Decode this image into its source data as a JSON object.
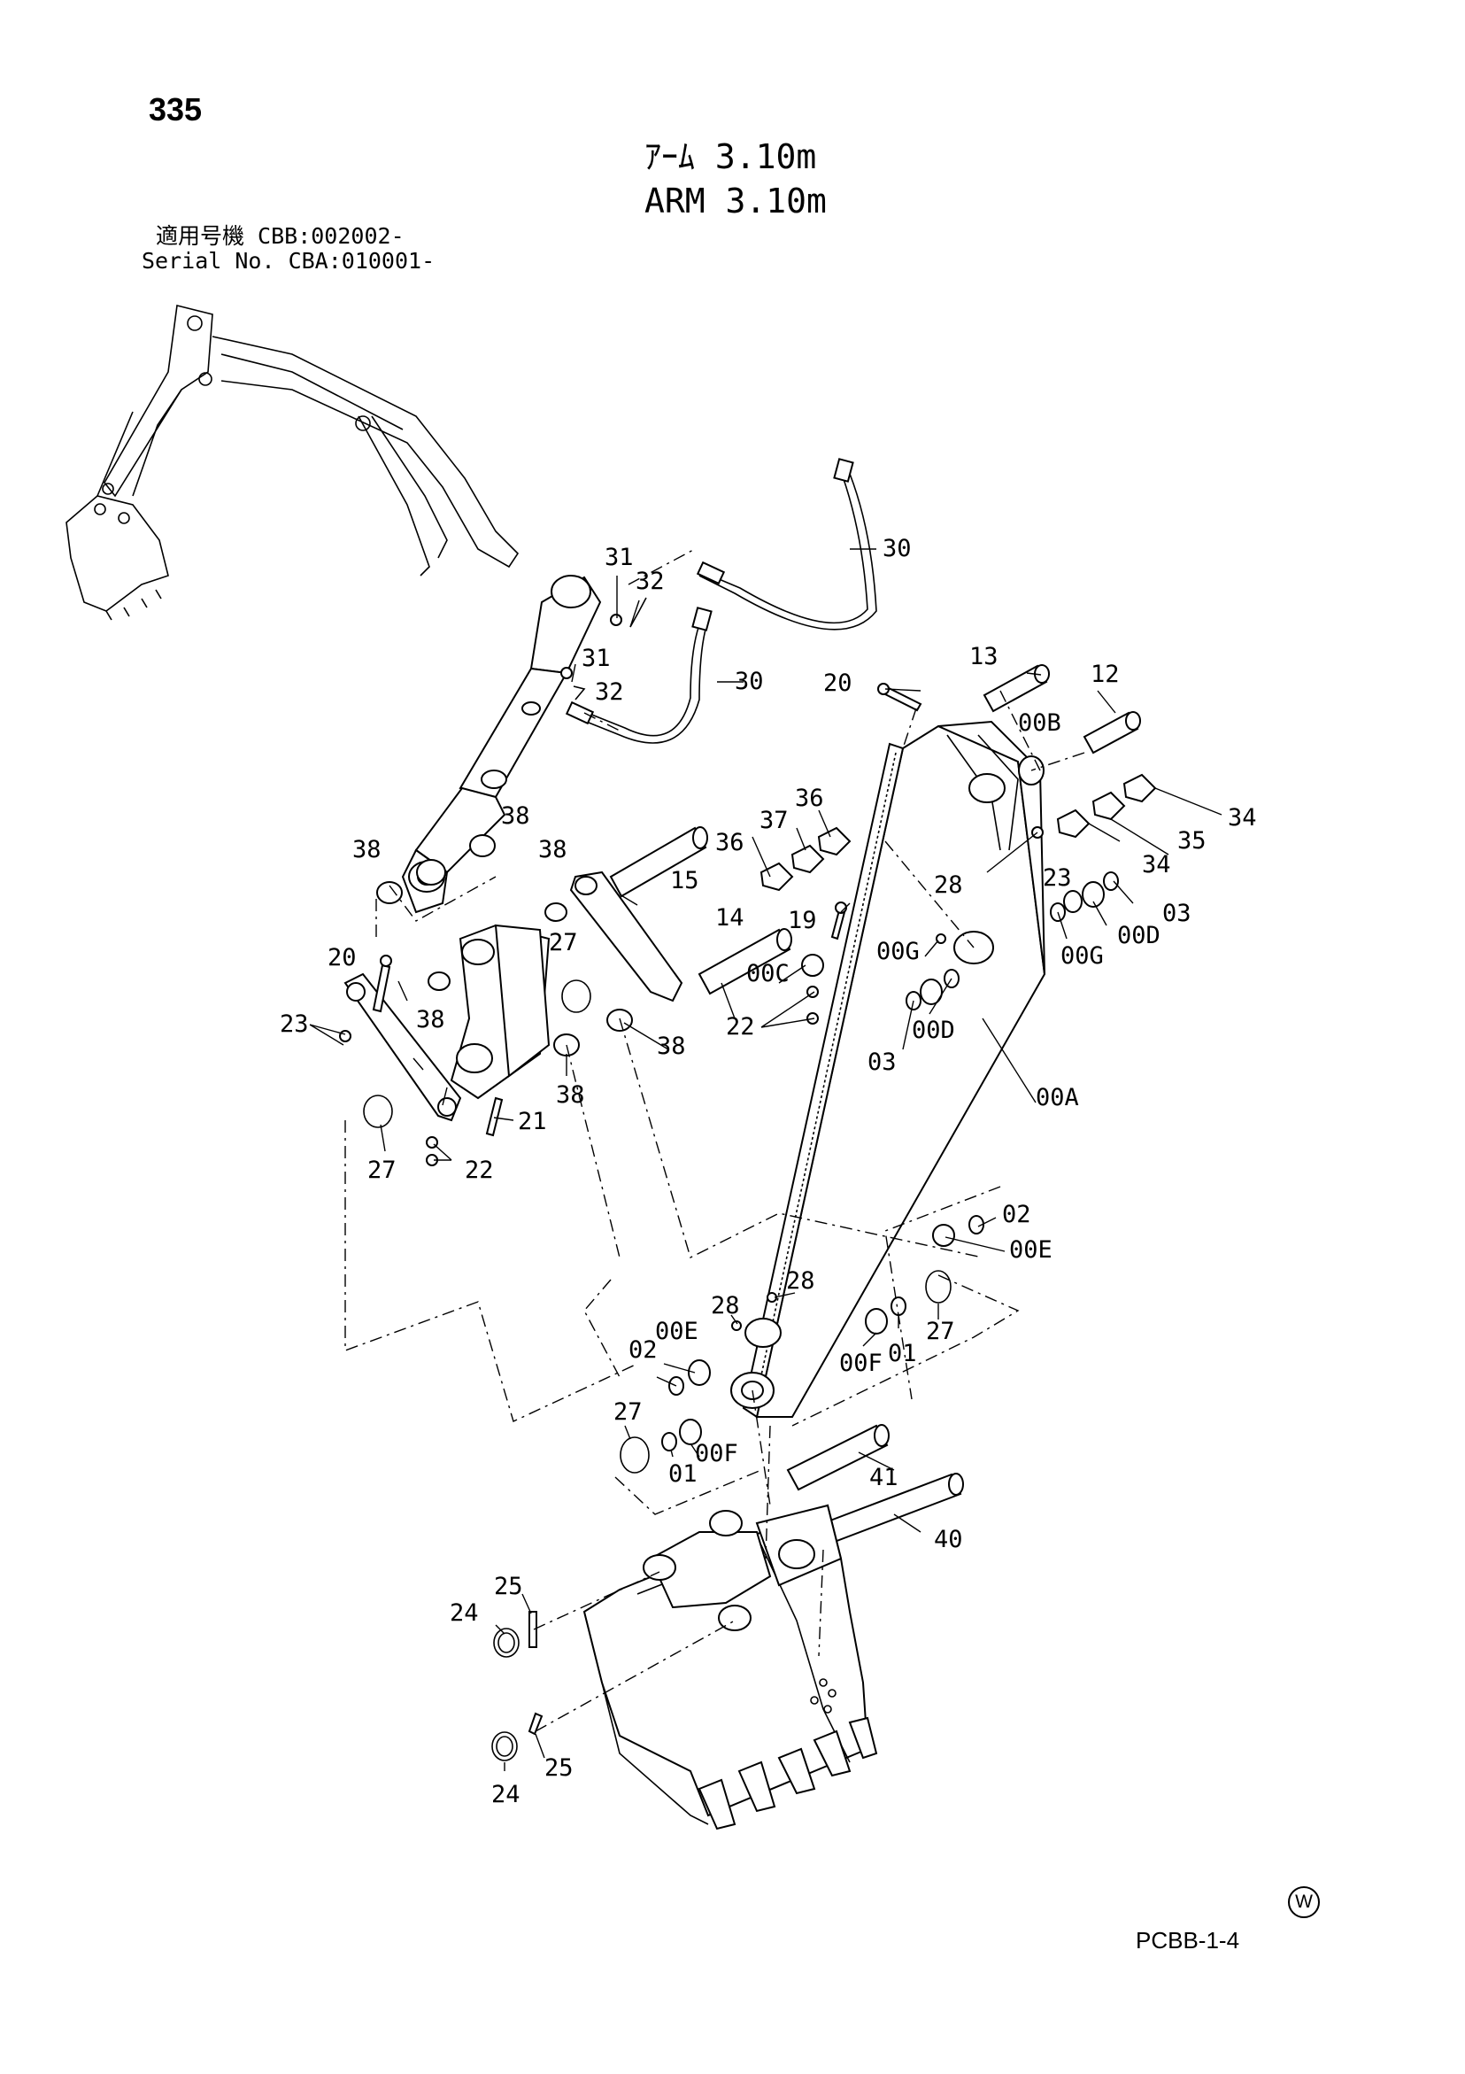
{
  "page_number": "335",
  "title_jp": "ｱｰﾑ 3.10m",
  "title_en": "ARM 3.10m",
  "serial_jp": "適用号機 CBB:002002-",
  "serial_en": "Serial No. CBA:010001-",
  "footer_code": "PCBB-1-4",
  "mark": "W",
  "callouts": [
    {
      "id": "c01",
      "text": "31"
    },
    {
      "id": "c02",
      "text": "32"
    },
    {
      "id": "c03",
      "text": "30"
    },
    {
      "id": "c04",
      "text": "31"
    },
    {
      "id": "c05",
      "text": "32"
    },
    {
      "id": "c06",
      "text": "30"
    },
    {
      "id": "c07",
      "text": "20"
    },
    {
      "id": "c08",
      "text": "13"
    },
    {
      "id": "c09",
      "text": "12"
    },
    {
      "id": "c10",
      "text": "00B"
    },
    {
      "id": "c11",
      "text": "34"
    },
    {
      "id": "c12",
      "text": "35"
    },
    {
      "id": "c13",
      "text": "34"
    },
    {
      "id": "c14",
      "text": "23"
    },
    {
      "id": "c15",
      "text": "03"
    },
    {
      "id": "c16",
      "text": "00D"
    },
    {
      "id": "c17",
      "text": "00G"
    },
    {
      "id": "c18",
      "text": "38"
    },
    {
      "id": "c19",
      "text": "38"
    },
    {
      "id": "c20",
      "text": "38"
    },
    {
      "id": "c21",
      "text": "15"
    },
    {
      "id": "c22",
      "text": "36"
    },
    {
      "id": "c23",
      "text": "37"
    },
    {
      "id": "c24",
      "text": "36"
    },
    {
      "id": "c25",
      "text": "28"
    },
    {
      "id": "c26",
      "text": "14"
    },
    {
      "id": "c27",
      "text": "19"
    },
    {
      "id": "c28",
      "text": "00C"
    },
    {
      "id": "c29",
      "text": "00G"
    },
    {
      "id": "c30",
      "text": "20"
    },
    {
      "id": "c31",
      "text": "27"
    },
    {
      "id": "c32",
      "text": "38"
    },
    {
      "id": "c33",
      "text": "22"
    },
    {
      "id": "c34",
      "text": "00D"
    },
    {
      "id": "c35",
      "text": "03"
    },
    {
      "id": "c36",
      "text": "23"
    },
    {
      "id": "c37",
      "text": "38"
    },
    {
      "id": "c38",
      "text": "38"
    },
    {
      "id": "c39",
      "text": "21"
    },
    {
      "id": "c40",
      "text": "00A"
    },
    {
      "id": "c41",
      "text": "27"
    },
    {
      "id": "c42",
      "text": "22"
    },
    {
      "id": "c43",
      "text": "02"
    },
    {
      "id": "c44",
      "text": "00E"
    },
    {
      "id": "c45",
      "text": "28"
    },
    {
      "id": "c46",
      "text": "28"
    },
    {
      "id": "c47",
      "text": "00E"
    },
    {
      "id": "c48",
      "text": "02"
    },
    {
      "id": "c49",
      "text": "27"
    },
    {
      "id": "c50",
      "text": "00F"
    },
    {
      "id": "c51",
      "text": "01"
    },
    {
      "id": "c52",
      "text": "27"
    },
    {
      "id": "c53",
      "text": "01"
    },
    {
      "id": "c54",
      "text": "00F"
    },
    {
      "id": "c55",
      "text": "41"
    },
    {
      "id": "c56",
      "text": "40"
    },
    {
      "id": "c57",
      "text": "25"
    },
    {
      "id": "c58",
      "text": "24"
    },
    {
      "id": "c59",
      "text": "25"
    },
    {
      "id": "c60",
      "text": "24"
    }
  ]
}
